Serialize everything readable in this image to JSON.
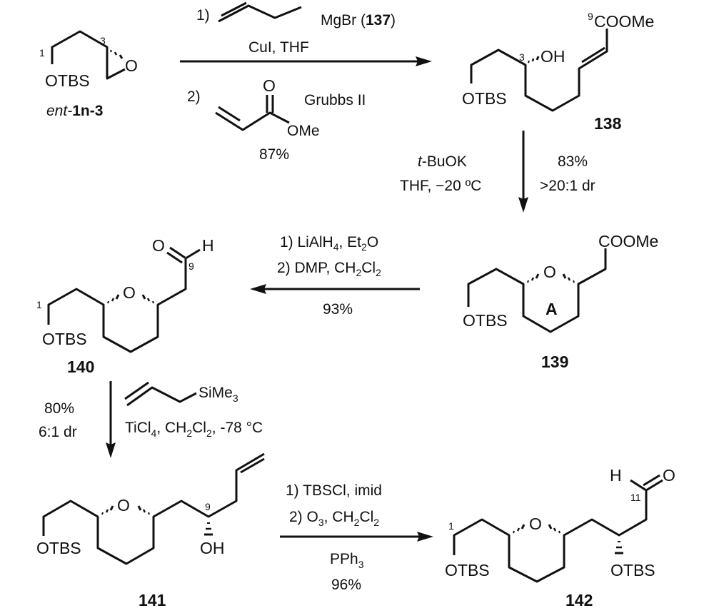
{
  "compounds": {
    "ent_1n_3": {
      "label_prefix": "ent-",
      "label_id": "1n-3",
      "otbs": "OTBS",
      "o": "O",
      "c1": "1",
      "c3": "3"
    },
    "c137": {
      "mgbr": "MgBr (",
      "id": "137",
      "close": ")"
    },
    "c138": {
      "label": "138",
      "ester": "COOMe",
      "c9": "9",
      "oh": "OH",
      "c3": "3",
      "otbs": "OTBS"
    },
    "c139": {
      "label": "139",
      "ester": "COOMe",
      "o": "O",
      "ring": "A",
      "otbs": "OTBS"
    },
    "c140": {
      "label": "140",
      "o_ald": "O",
      "h": "H",
      "c9": "9",
      "o": "O",
      "c1": "1",
      "otbs": "OTBS"
    },
    "c141": {
      "label": "141",
      "o": "O",
      "c9": "9",
      "oh": "OH",
      "otbs": "OTBS"
    },
    "c142": {
      "label": "142",
      "h": "H",
      "o_ald": "O",
      "c11": "11",
      "o": "O",
      "c1": "1",
      "otbs": "OTBS",
      "otbs2": "OTBS"
    }
  },
  "steps": {
    "step1": {
      "n1": "1)",
      "cond1": "CuI, THF",
      "n2": "2)",
      "acr_o": "O",
      "acr_ome": "OMe",
      "cat": "Grubbs II",
      "yield": "87%"
    },
    "step2": {
      "base": "t",
      "base_rest": "-BuOK",
      "cond": "THF, −20 ºC",
      "yield": "83%",
      "dr": ">20:1 dr"
    },
    "step3": {
      "l1a": "1) LiAlH",
      "l1s": "4",
      "l1b": ", Et",
      "l1s2": "2",
      "l1c": "O",
      "l2a": "2) DMP, CH",
      "l2s": "2",
      "l2b": "Cl",
      "l2s2": "2",
      "yield": "93%"
    },
    "step4": {
      "reagent": "SiMe",
      "reagent_sub": "3",
      "ca": "TiCl",
      "cs1": "4",
      "cb": ", CH",
      "cs2": "2",
      "cc": "Cl",
      "cs3": "2",
      "cd": ", -78 °C",
      "yield": "80%",
      "dr": "6:1 dr"
    },
    "step5": {
      "l1": "1) TBSCl, imid",
      "l2a": "2) O",
      "l2s": "3",
      "l2b": ", CH",
      "l2s2": "2",
      "l2c": "Cl",
      "l2s3": "2",
      "l3a": "PPh",
      "l3s": "3",
      "yield": "96%"
    }
  }
}
